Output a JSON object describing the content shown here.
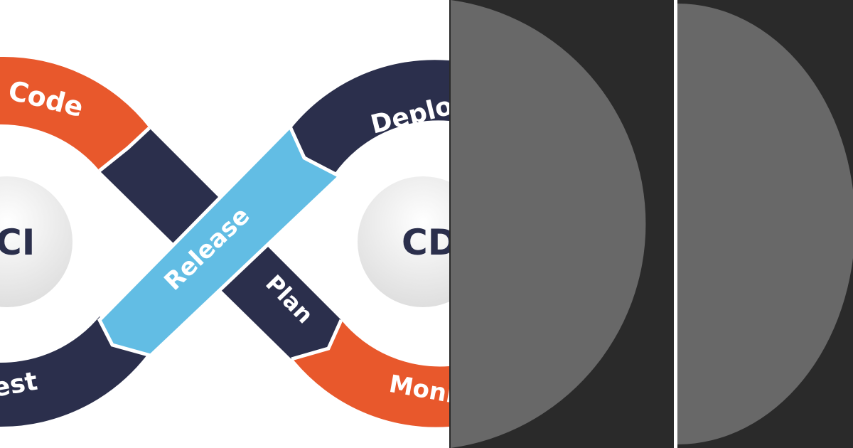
{
  "colors": {
    "navy": "#2b2f4c",
    "orange": "#e8582c",
    "light_blue": "#62bde4",
    "hub_fill": "#ececec",
    "dark_panel": "#2a2a2a",
    "panel_circle": "#686868",
    "background": "#ffffff"
  },
  "diagram": {
    "hubs": {
      "left": "CI",
      "right": "CD"
    },
    "segments": {
      "code": "Code",
      "test": "Test",
      "deploy": "Deploy",
      "monitor": "Monitor",
      "release": "Release",
      "plan": "Plan"
    }
  },
  "panels": [
    {
      "name": "left-video-panel"
    },
    {
      "name": "right-video-panel"
    }
  ]
}
